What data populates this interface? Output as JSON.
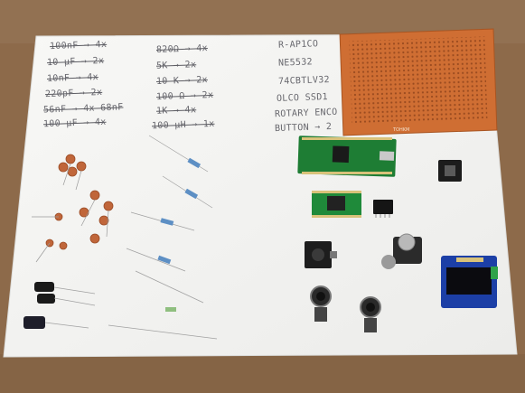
{
  "scene": {
    "subject": "electronics kit parts laid out on white paper",
    "colors": {
      "table": "#8d6a4a",
      "paper": "#f6f6f4",
      "pcb_copper": "#cf6e33",
      "board_green": "#1e7d34",
      "oled_blue": "#1c3fa6",
      "capacitor_orange": "#c0663a",
      "resistor_blue": "#5d8fc4",
      "ink": "#4a4a52"
    }
  },
  "notes": {
    "left_column": [
      "100nF → 4x",
      "10 µF → 2x",
      "10nF → 4x",
      "220pF → 2x",
      "56nF → 4x 68nF",
      "100 µF → 4x"
    ],
    "middle_column": [
      "820Ω → 4x",
      "5K → 2x",
      "10 K → 2x",
      "100 Ω → 2x",
      "1K → 4x",
      "100 µH → 1x"
    ],
    "right_column": [
      "R-AP1CO",
      "NE5532",
      "74CBTLV32",
      "OLCO SSD1",
      "ROTARY ENCO",
      "BUTTON → 2"
    ]
  },
  "labels": {
    "pcb_marking": "TOHKM"
  },
  "icons": {
    "pcb": "perfboard-icon",
    "pico": "microcontroller-board-icon",
    "oled": "oled-display-icon"
  }
}
